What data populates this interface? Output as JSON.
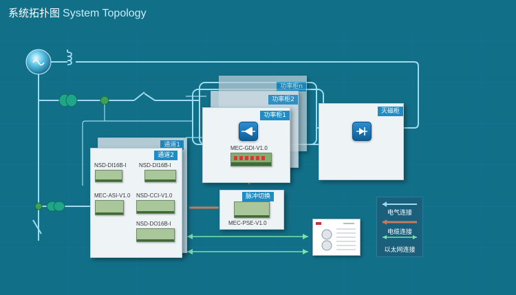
{
  "title": {
    "zh": "系统拓扑图",
    "en": "System Topology"
  },
  "cabinets": {
    "power_n": "功率柜n",
    "power_2": "功率柜2",
    "power_1": "功率柜1",
    "excitation": "灭磁柜",
    "gdi_label": "MEC-GDI-V1.0"
  },
  "channels": {
    "ch1": "通道1",
    "ch2": "通道2",
    "modules": {
      "nsd_di16b_a": "NSD-DI16B-I",
      "nsd_di16b_b": "NSD-DI16B-I",
      "mec_asi": "MEC-ASI-V1.0",
      "nsd_cci": "NSD-CCI-V1.0",
      "nsd_do16b": "NSD-DO16B-I"
    }
  },
  "pulse": {
    "tag": "脉冲切换",
    "label": "MEC-PSE-V1.0"
  },
  "legend": {
    "electrical": "电气连接",
    "cable": "电缆连接",
    "ethernet": "以太网连接"
  },
  "colors": {
    "background": "#126f88",
    "line": "#9fdcf0",
    "cable": "#c97a5a",
    "ethernet": "#7be2a9",
    "tag": "#1f8cc4"
  },
  "icons": {
    "source": "ac-source-icon",
    "transformer": "transformer-icon",
    "thyristor": "thyristor-icon",
    "breaker": "breaker-icon"
  }
}
